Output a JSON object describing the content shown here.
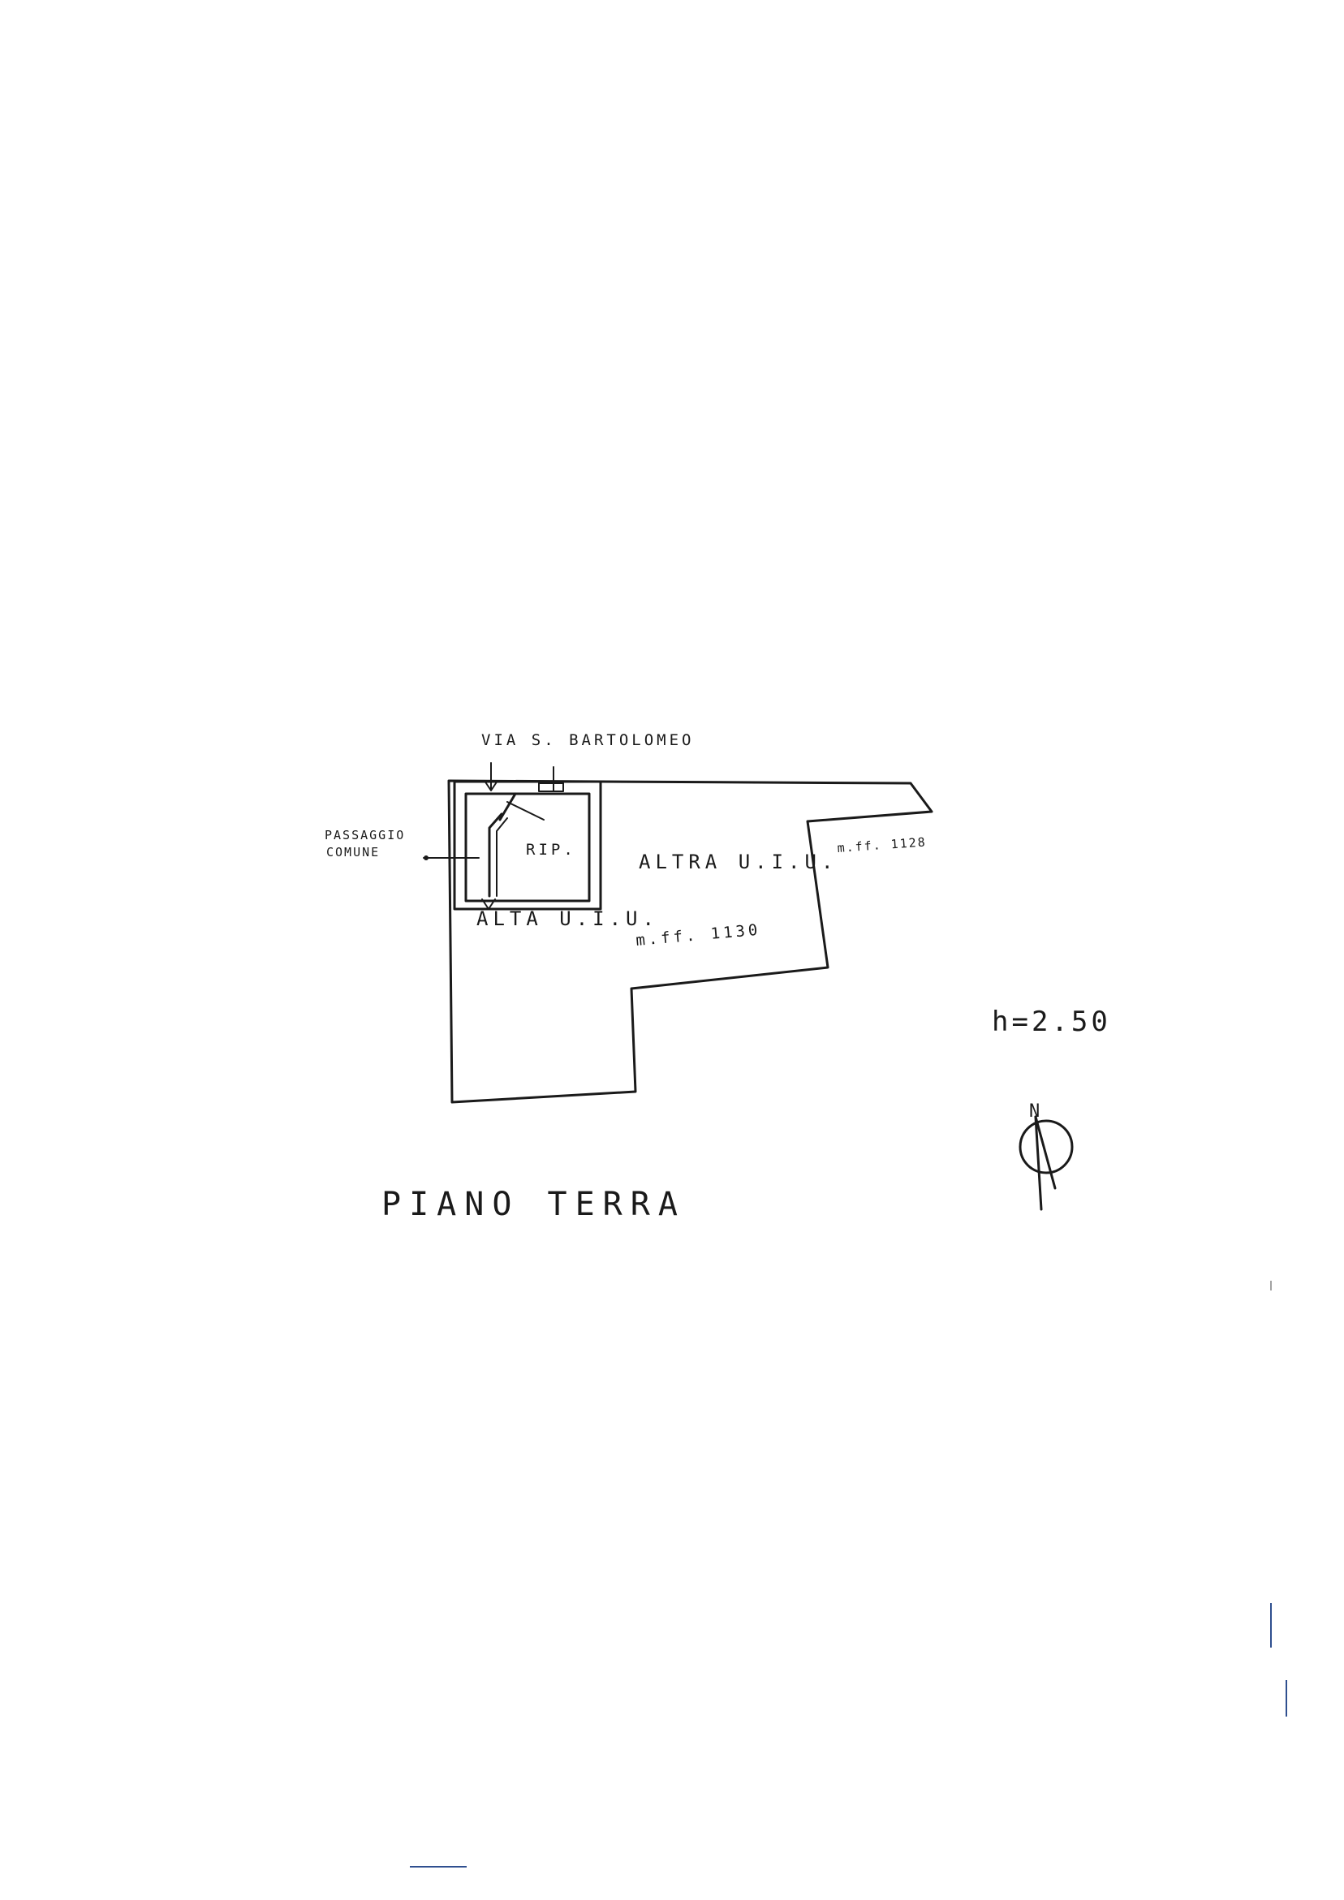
{
  "drawing": {
    "street_label": "VIA S. BARTOLOMEO",
    "passage_label_line1": "PASSAGGIO",
    "passage_label_line2": "COMUNE",
    "room_label": "RIP.",
    "other_unit_top_label": "ALTRA U.I.U.",
    "parcel_top_label": "m.ff. 1128",
    "other_unit_bottom_label": "ALTA U.I.U.",
    "parcel_bottom_label": "m.ff. 1130",
    "height_label": "h=2.50",
    "north_label": "N",
    "floor_title": "PIANO TERRA"
  },
  "colors": {
    "ink": "#1a1a1a",
    "scan_mark": "#2f4f8f"
  }
}
